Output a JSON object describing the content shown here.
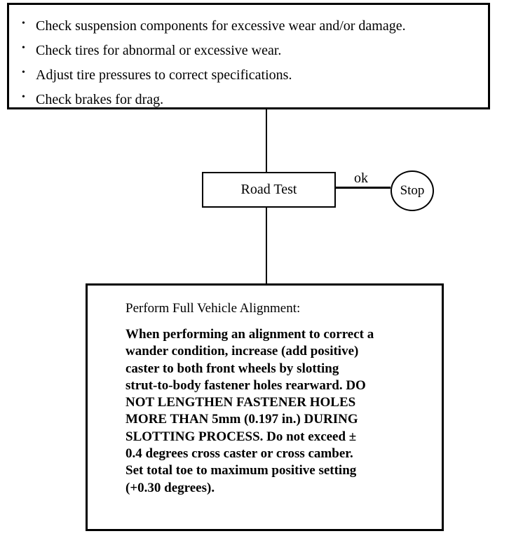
{
  "checklist": {
    "bullet": "•",
    "items": [
      "Check suspension components for excessive wear and/or damage.",
      "Check tires for abnormal or excessive wear.",
      "Adjust tire pressures to correct specifications.",
      "Check brakes for drag."
    ]
  },
  "road_test": {
    "label": "Road Test",
    "ok_label": "ok",
    "stop_label": "Stop"
  },
  "alignment": {
    "title": "Perform Full Vehicle Alignment:",
    "body_lines": [
      "When performing an alignment to correct a",
      "wander condition, increase (add positive)",
      "caster to both front wheels by slotting",
      "strut-to-body fastener holes rearward. DO",
      "NOT LENGTHEN FASTENER HOLES",
      "MORE THAN 5mm (0.197 in.) DURING",
      "SLOTTING PROCESS. Do not exceed ±",
      "0.4 degrees cross caster or cross camber.",
      "Set total toe to maximum positive setting",
      "(+0.30 degrees)."
    ]
  }
}
